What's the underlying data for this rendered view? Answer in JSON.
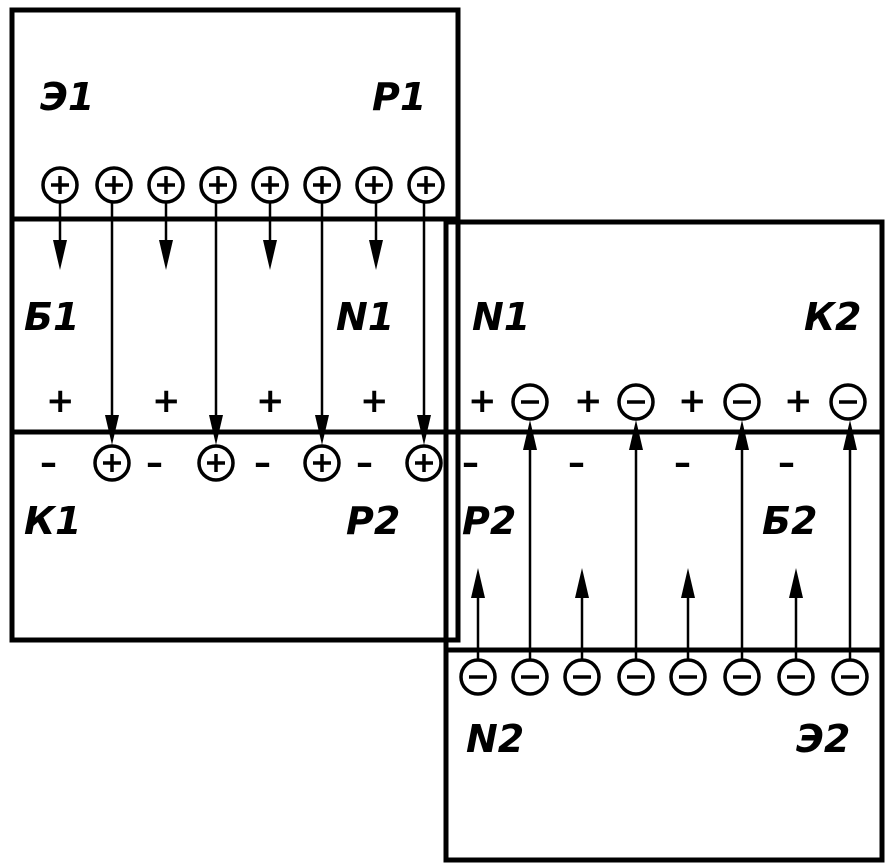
{
  "labels": {
    "e1": "Э1",
    "p1": "P1",
    "b1": "Б1",
    "n1_left": "N1",
    "n1_right": "N1",
    "k2": "К2",
    "k1": "К1",
    "p2_left": "P2",
    "p2_right": "P2",
    "b2": "Б2",
    "n2": "N2",
    "e2": "Э2"
  },
  "signs": {
    "plus": "+",
    "minus": "–"
  },
  "carriers": {
    "emitter1_row": [
      "+",
      "+",
      "+",
      "+",
      "+",
      "+",
      "+",
      "+"
    ],
    "collector1_row": [
      "+",
      "+",
      "+",
      "+"
    ],
    "collector2_row": [
      "-",
      "-",
      "-",
      "-"
    ],
    "emitter2_row": [
      "-",
      "-",
      "-",
      "-",
      "-",
      "-",
      "-",
      "-"
    ]
  }
}
